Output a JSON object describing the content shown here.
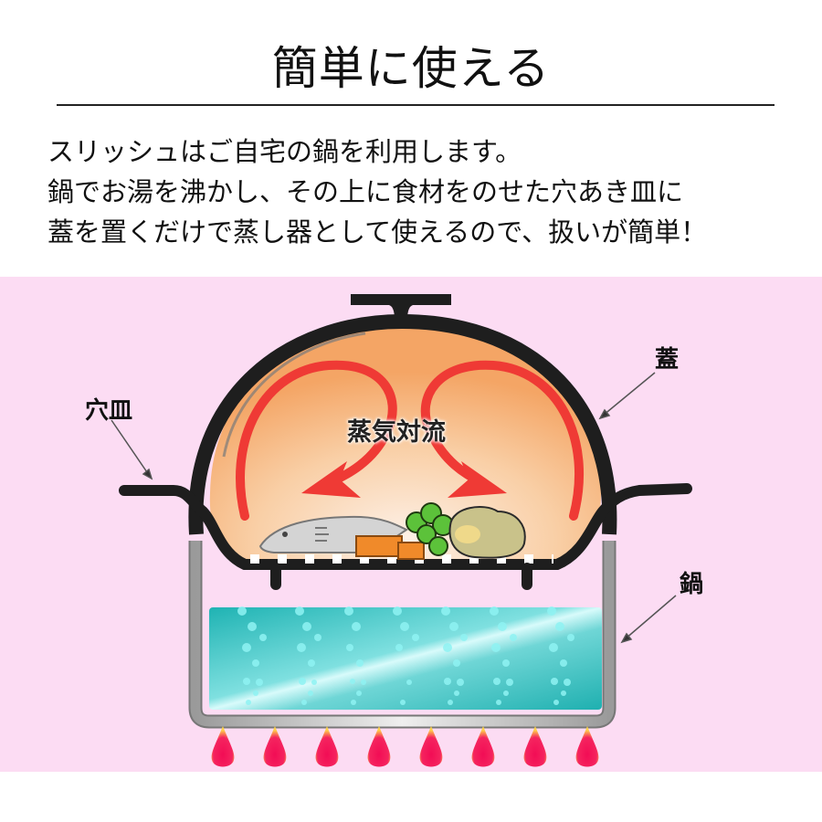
{
  "header": {
    "title": "簡単に使える"
  },
  "description": {
    "lines": [
      "スリッシュはご自宅の鍋を利用します。",
      "鍋でお湯を沸かし、その上に食材をのせた穴あき皿に",
      "蓋を置くだけで蒸し器として使えるので、扱いが簡単！"
    ]
  },
  "diagram": {
    "labels": {
      "plate": "穴皿",
      "lid": "蓋",
      "pot": "鍋",
      "steam": "蒸気対流"
    },
    "icons": [
      "lid-icon",
      "perforated-plate-icon",
      "pot-icon",
      "water-icon",
      "flame-icon",
      "fish-icon",
      "carrot-icon",
      "broccoli-icon",
      "potato-icon",
      "steam-arrow-icon"
    ],
    "colors": {
      "background": "#fcdcf3",
      "lid_inner": "#f6b27a",
      "arrow": "#ef3a35",
      "water": "#2fbfc0",
      "flame": "#f2135a",
      "metal": "#1e1e1e",
      "pot": "#c8c8c8"
    },
    "flame_count": 8
  }
}
